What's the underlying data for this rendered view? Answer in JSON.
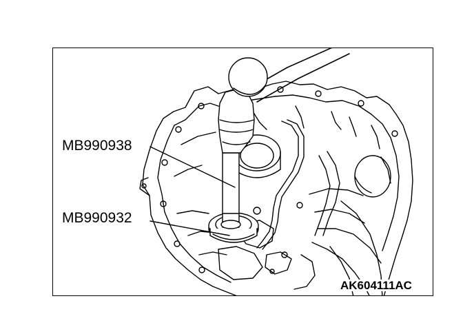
{
  "labels": {
    "tool_upper": "MB990938",
    "tool_lower": "MB990932"
  },
  "figure_id": "AK604111AC",
  "colors": {
    "line": "#000000",
    "background": "#ffffff"
  }
}
